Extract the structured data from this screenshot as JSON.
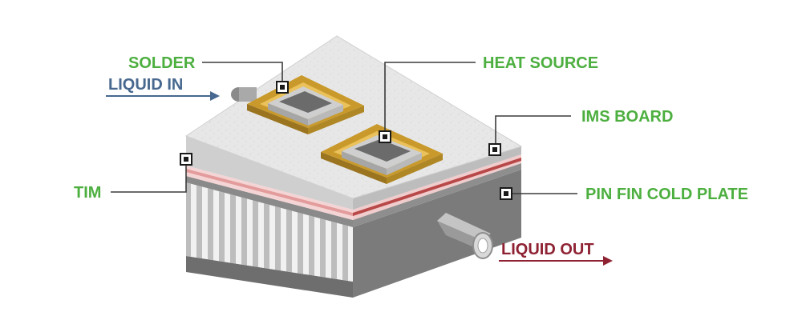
{
  "labels": {
    "solder": "SOLDER",
    "heat_source": "HEAT SOURCE",
    "ims_board": "IMS BOARD",
    "pin_fin_cold_plate": "PIN FIN COLD PLATE",
    "tim": "TIM",
    "liquid_in": "LIQUID IN",
    "liquid_out": "LIQUID OUT"
  },
  "colors": {
    "label_green": "#4caf3f",
    "liquid_in": "#47688f",
    "liquid_out": "#8e2233",
    "solder": "#c99a2b",
    "tim": "#e5a3a3",
    "board_top": "#e6e6e6",
    "cold_plate": "#7d7d7d"
  }
}
